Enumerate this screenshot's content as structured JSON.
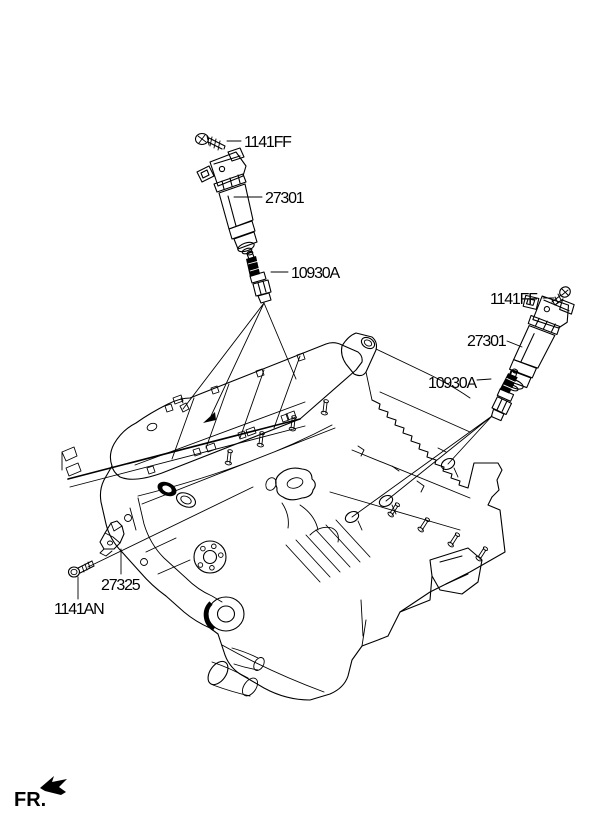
{
  "diagram": {
    "title_context": "engine spark plug and ignition coil parts diagram",
    "front_label": "FR.",
    "colors": {
      "line": "#000000",
      "background": "#ffffff"
    },
    "callouts": [
      {
        "part_no": "1141FF",
        "component": "coil-mounting-bolt",
        "position": "top"
      },
      {
        "part_no": "27301",
        "component": "ignition-coil",
        "position": "top"
      },
      {
        "part_no": "10930A",
        "component": "spark-plug",
        "position": "top"
      },
      {
        "part_no": "1141FF",
        "component": "coil-mounting-bolt",
        "position": "right"
      },
      {
        "part_no": "27301",
        "component": "ignition-coil",
        "position": "right"
      },
      {
        "part_no": "10930A",
        "component": "spark-plug",
        "position": "right"
      },
      {
        "part_no": "27325",
        "component": "bracket",
        "position": "bottom-left"
      },
      {
        "part_no": "1141AN",
        "component": "bracket-bolt",
        "position": "bottom-left"
      }
    ]
  }
}
